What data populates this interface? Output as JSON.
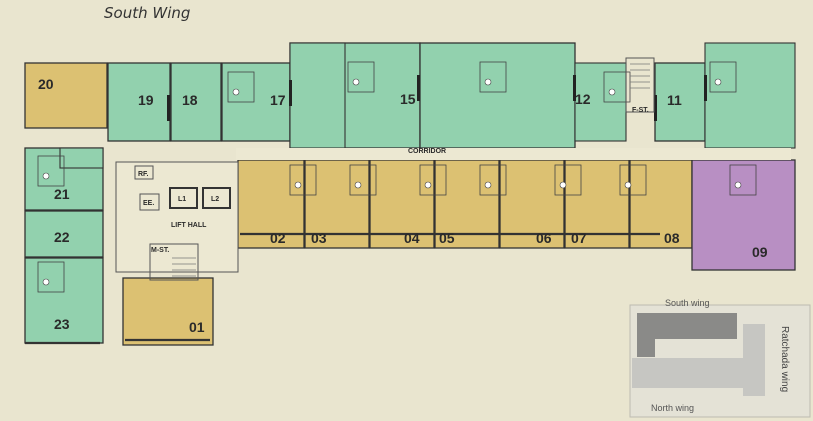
{
  "title": "South Wing",
  "colors": {
    "background": "#e9e5cf",
    "unit_green": "#92d1ae",
    "unit_gold": "#dcc172",
    "unit_purple": "#b88fc3",
    "corridor": "#ece8d2",
    "wall": "#333333"
  },
  "units": [
    {
      "label": "20",
      "color": "gold"
    },
    {
      "label": "19",
      "color": "green"
    },
    {
      "label": "18",
      "color": "green"
    },
    {
      "label": "17",
      "color": "green"
    },
    {
      "label": "15",
      "color": "green"
    },
    {
      "label": "12",
      "color": "green"
    },
    {
      "label": "11",
      "color": "green"
    },
    {
      "label": "21",
      "color": "green"
    },
    {
      "label": "22",
      "color": "green"
    },
    {
      "label": "23",
      "color": "green"
    },
    {
      "label": "02",
      "color": "gold"
    },
    {
      "label": "03",
      "color": "gold"
    },
    {
      "label": "04",
      "color": "gold"
    },
    {
      "label": "05",
      "color": "gold"
    },
    {
      "label": "06",
      "color": "gold"
    },
    {
      "label": "07",
      "color": "gold"
    },
    {
      "label": "08",
      "color": "gold"
    },
    {
      "label": "09",
      "color": "purple"
    },
    {
      "label": "01",
      "color": "gold"
    }
  ],
  "service": {
    "corridor": "CORRIDOR",
    "lift_hall": "LIFT HALL",
    "lift1": "L1",
    "lift2": "L2",
    "refuse": "RF.",
    "electrical": "EE.",
    "main_stair": "M-ST.",
    "fire_stair": "F-ST."
  },
  "key_map": {
    "south": "South wing",
    "north": "North wing",
    "ratchada": "Ratchada wing",
    "colors": {
      "wing": "#8a8a88",
      "other": "#c6c6c2",
      "frame": "#e4e2d6"
    }
  }
}
